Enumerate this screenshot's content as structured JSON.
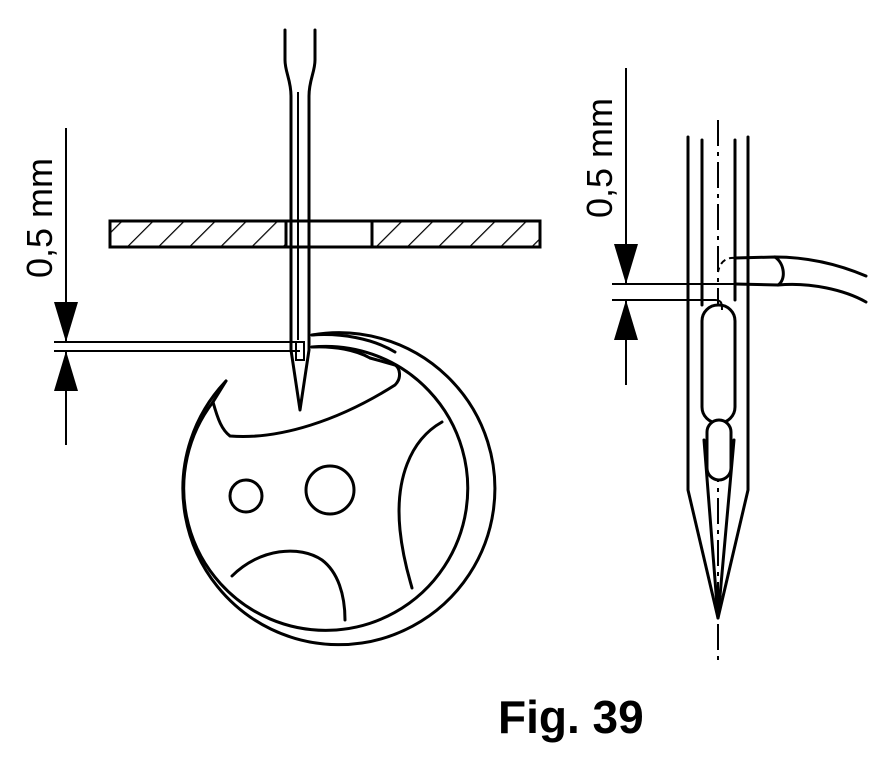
{
  "figure": {
    "caption": "Fig. 39",
    "left_view": {
      "dimension_label": "0,5 mm"
    },
    "right_view": {
      "dimension_label": "0,5 mm"
    }
  },
  "colors": {
    "ink": "#000000",
    "background": "#ffffff"
  }
}
